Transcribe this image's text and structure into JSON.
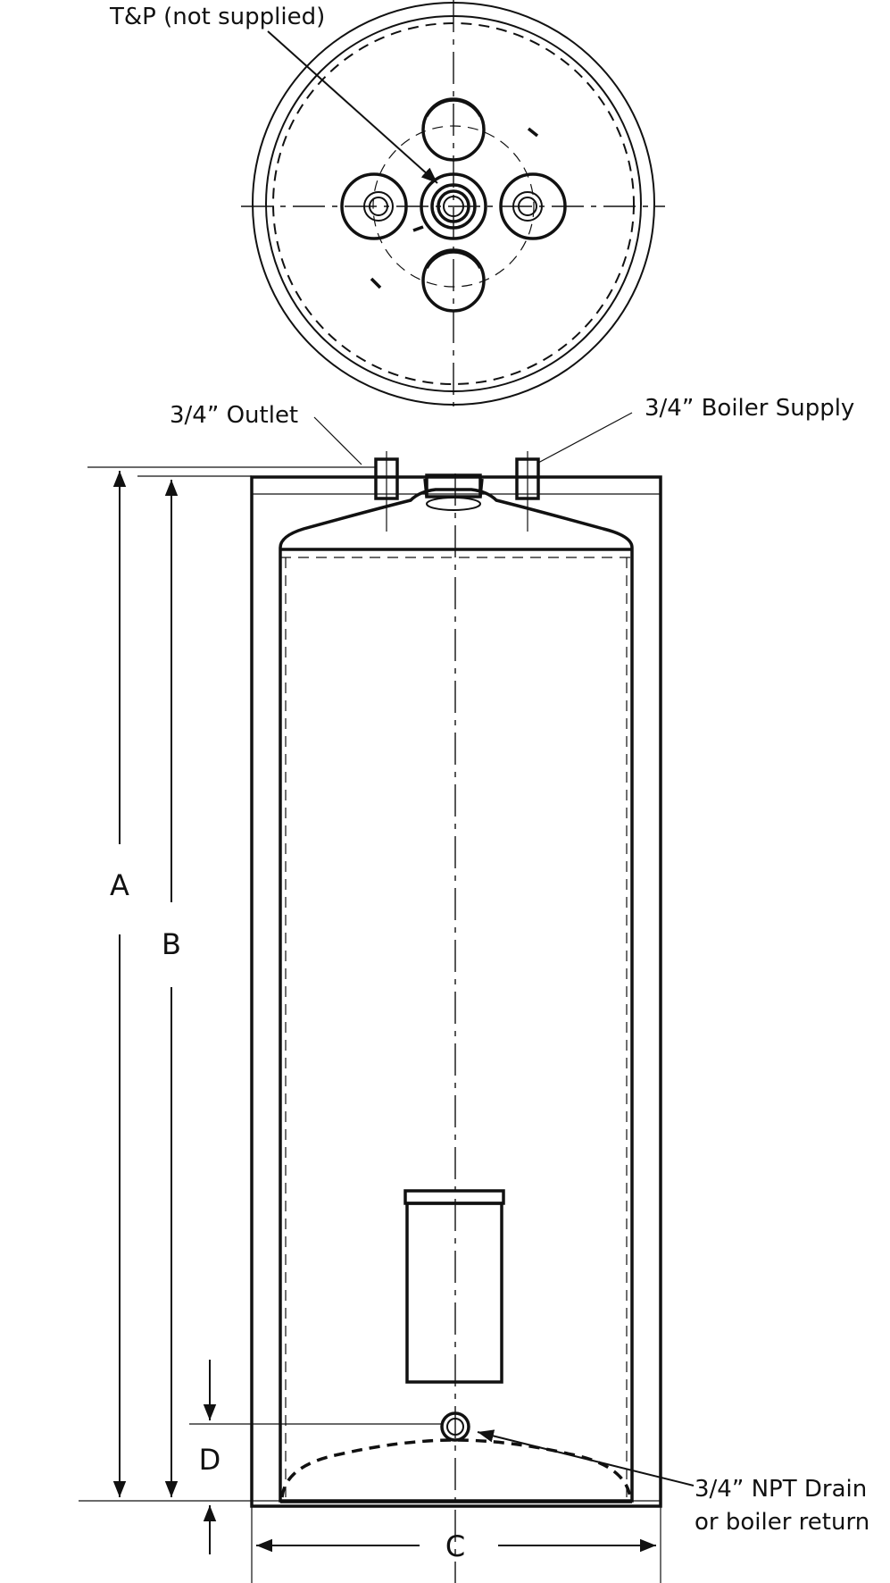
{
  "callouts": {
    "tp": "T&P (not supplied)",
    "outlet": "3/4” Outlet",
    "boiler_supply": "3/4” Boiler Supply",
    "drain_line1": "3/4” NPT Drain",
    "drain_line2": "or boiler return"
  },
  "dimensions": {
    "a": "A",
    "b": "B",
    "c": "C",
    "d": "D"
  }
}
